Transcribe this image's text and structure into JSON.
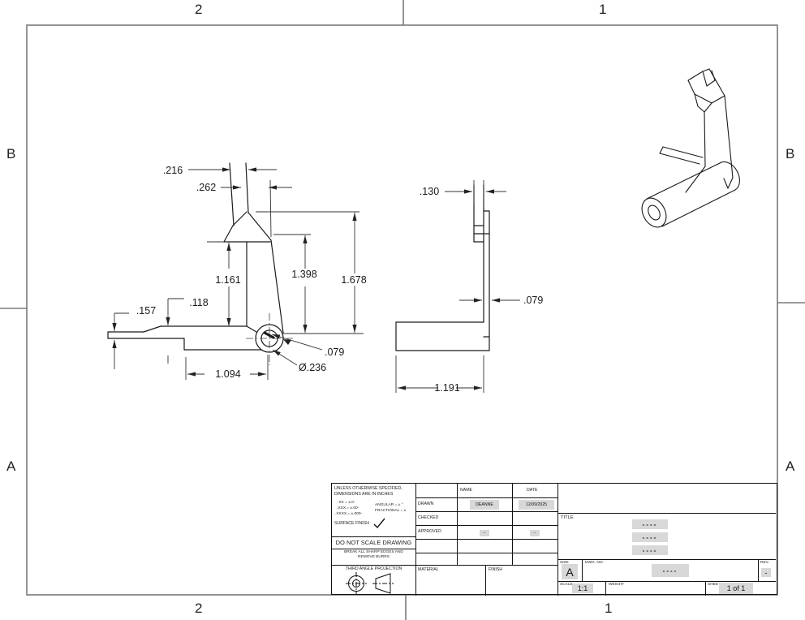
{
  "zones": {
    "top_left": "2",
    "top_right": "1",
    "bottom_left": "2",
    "bottom_right": "1",
    "left_top": "B",
    "left_bottom": "A",
    "right_top": "B",
    "right_bottom": "A"
  },
  "front_view": {
    "dims": {
      "tab_width": ".216",
      "offset": ".262",
      "inner_height": "1.161",
      "lip_offset": ".118",
      "step_height": ".157",
      "mid_height": "1.398",
      "overall_height": "1.678",
      "wall_thickness": ".079",
      "tube_diameter": "Ø.236",
      "base_length": "1.094"
    }
  },
  "side_view": {
    "dims": {
      "top_width": ".130",
      "plate_thickness": ".079",
      "base_length": "1.191"
    }
  },
  "title_block": {
    "note_line1": "UNLESS OTHERWISE SPECIFIED,",
    "note_line2": "DIMENSIONS ARE IN INCHES",
    "tol_xx": ".XX = ±.0-",
    "tol_xxx": ".XXX = ±.00-",
    "tol_xxxx": ".XXXX = ±.000-",
    "tol_angular": "ANGULAR = ± °",
    "tol_fractional": "FRACTIONAL = ±",
    "surface_finish": "SURFACE FINISH",
    "do_not_scale": "DO NOT SCALE DRAWING",
    "break_edges_1": "BREAK ALL SHARP EDGES AND",
    "break_edges_2": "REMOVE BURRS",
    "projection_label": "THIRD ANGLE PROJECTION",
    "material_label": "MATERIAL",
    "finish_label": "FINISH",
    "name_header": "NAME",
    "date_header": "DATE",
    "drawn_label": "DRAWN",
    "drawn_name": "DEANNE",
    "drawn_date": "12/09/2025",
    "checked_label": "CHECKED",
    "approved_label": "APPROVED",
    "approved_name": "--",
    "approved_date": "--",
    "title_label": "TITLE",
    "title_dash1": "----",
    "title_dash2": "----",
    "title_dash3": "----",
    "size_label": "SIZE",
    "size_value": "A",
    "dwg_label": "DWG. NO.",
    "dwg_value": "----",
    "rev_label": "REV.",
    "rev_value": "-",
    "scale_label": "SCALE",
    "scale_value": "1:1",
    "weight_label": "WEIGHT",
    "sheet_label": "SHEET",
    "sheet_value": "1 of 1"
  },
  "colors": {
    "line": "#1a1a1a",
    "border_gray": "#7a7a7a",
    "highlight": "#d8d8d8"
  }
}
